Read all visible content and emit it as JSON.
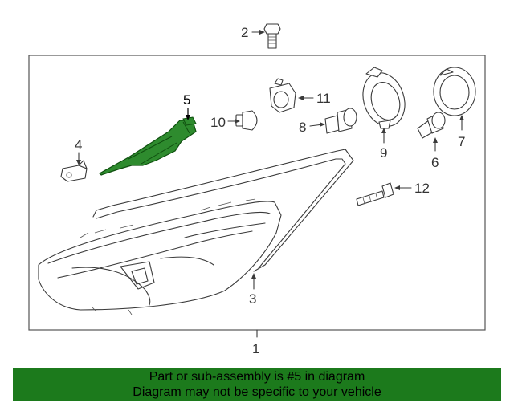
{
  "colors": {
    "highlight_fill": "#2e8b2e",
    "highlight_stroke": "#0f4f0f",
    "banner_background": "#1c7a1c",
    "line": "#3a3a3a"
  },
  "callouts": [
    {
      "id": "1",
      "label": "1"
    },
    {
      "id": "2",
      "label": "2"
    },
    {
      "id": "3",
      "label": "3"
    },
    {
      "id": "4",
      "label": "4"
    },
    {
      "id": "5",
      "label": "5",
      "highlighted": true
    },
    {
      "id": "6",
      "label": "6"
    },
    {
      "id": "7",
      "label": "7"
    },
    {
      "id": "8",
      "label": "8"
    },
    {
      "id": "9",
      "label": "9"
    },
    {
      "id": "10",
      "label": "10"
    },
    {
      "id": "11",
      "label": "11"
    },
    {
      "id": "12",
      "label": "12"
    }
  ],
  "notice": {
    "line1": "Part or sub-assembly is #5 in diagram",
    "line2": "Diagram may not be specific to your vehicle"
  }
}
